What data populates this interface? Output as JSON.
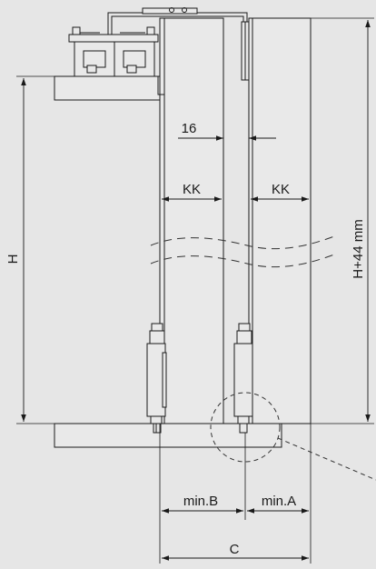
{
  "labels": {
    "dim_16": "16",
    "kk_left": "KK",
    "kk_right": "KK",
    "height": "H",
    "height_plus": "H+44 mm",
    "min_b": "min.B",
    "min_a": "min.A",
    "width_c": "C"
  },
  "colors": {
    "background": "#e6e6e6",
    "panel": "#e9e9e9",
    "line": "#1a1a1a",
    "dashed": "#333333"
  }
}
